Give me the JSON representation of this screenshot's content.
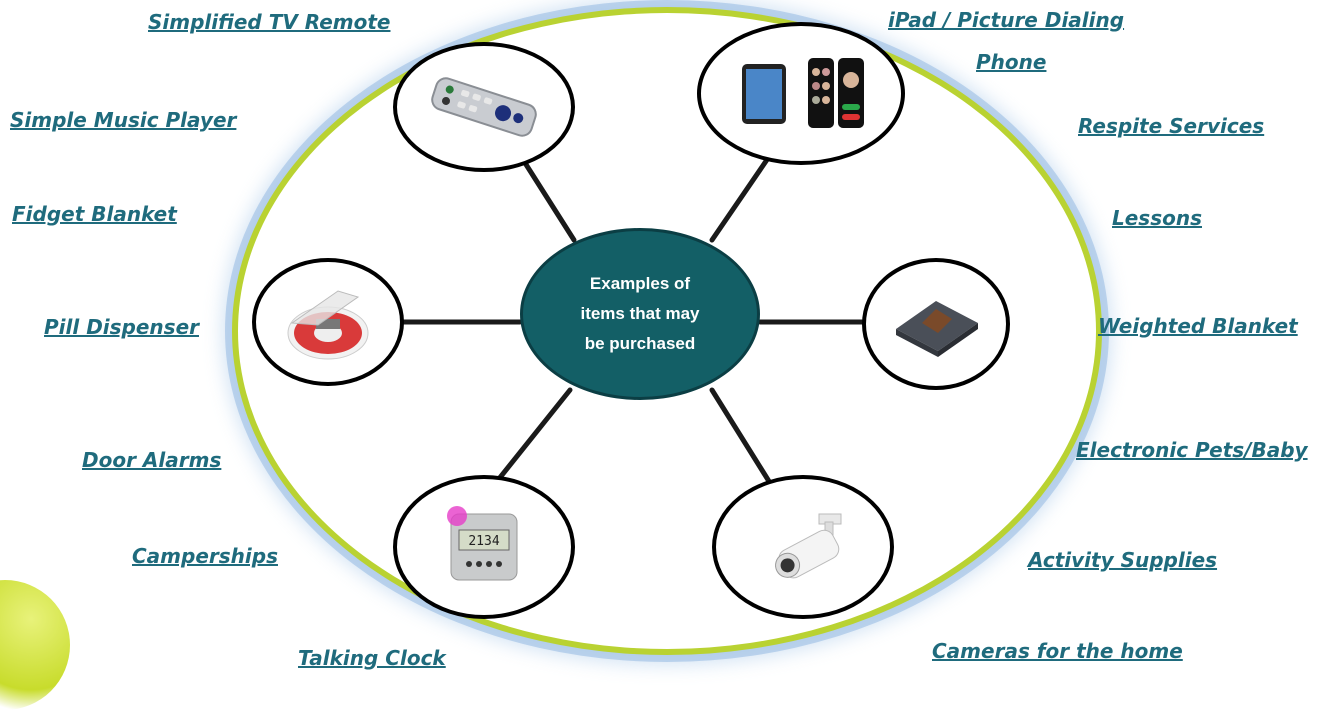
{
  "center": {
    "line1": "Examples of",
    "line2": "items that may",
    "line3": "be  purchased"
  },
  "items": {
    "tv_remote": "Simplified TV Remote",
    "music_player": "Simple Music Player",
    "fidget_blanket": "Fidget Blanket",
    "pill_dispenser": "Pill Dispenser",
    "door_alarms": "Door Alarms",
    "camperships": "Camperships",
    "talking_clock": "Talking Clock",
    "ipad_line1": "iPad / Picture Dialing",
    "ipad_line2": "Phone",
    "respite": "Respite Services",
    "lessons": "Lessons",
    "weighted_blanket": "Weighted Blanket",
    "electronic_pets": "Electronic Pets/Baby",
    "activity_supplies": "Activity Supplies",
    "cameras": "Cameras for the home"
  },
  "colors": {
    "label": "#1f6b7d",
    "center_fill": "#135f66",
    "outer_ring": "#b9d232",
    "halo": "#9fc3e6"
  }
}
